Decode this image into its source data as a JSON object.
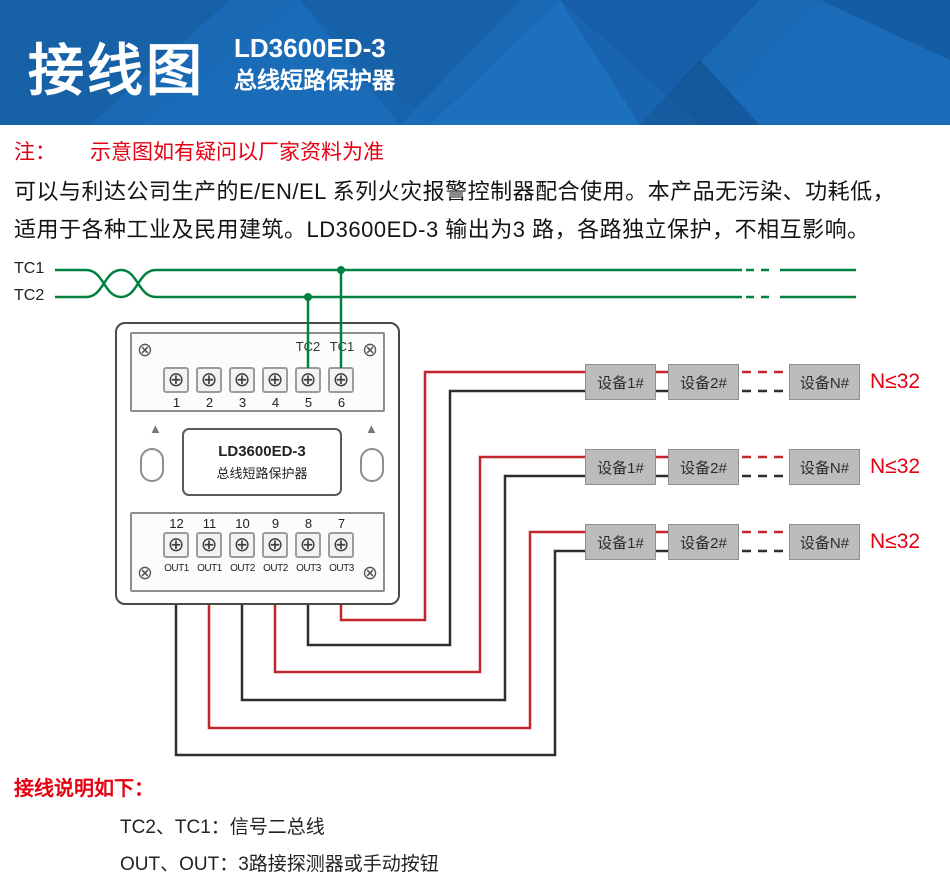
{
  "header": {
    "title": "接线图",
    "model": "LD3600ED-3",
    "subtitle": "总线短路保护器"
  },
  "note": {
    "label": "注：",
    "text": "示意图如有疑问以厂家资料为准"
  },
  "description": {
    "line1": "可以与利达公司生产的E/EN/EL 系列火灾报警控制器配合使用。本产品无污染、功耗低，",
    "line2": "适用于各种工业及民用建筑。LD3600ED-3 输出为3 路，各路独立保护，不相互影响。"
  },
  "bus": {
    "tc1_label": "TC1",
    "tc2_label": "TC2"
  },
  "device": {
    "top_label_tc2": "TC2",
    "top_label_tc1": "TC1",
    "top_terminals": [
      "1",
      "2",
      "3",
      "4",
      "5",
      "6"
    ],
    "name_line1": "LD3600ED-3",
    "name_line2": "总线短路保护器",
    "bottom_numbers": [
      "12",
      "11",
      "10",
      "9",
      "8",
      "7"
    ],
    "bottom_labels": [
      "OUT1",
      "OUT1",
      "OUT2",
      "OUT2",
      "OUT3",
      "OUT3"
    ]
  },
  "rows": [
    {
      "device1": "设备1#",
      "device2": "设备2#",
      "deviceN": "设备N#",
      "limit": "N≤32"
    },
    {
      "device1": "设备1#",
      "device2": "设备2#",
      "deviceN": "设备N#",
      "limit": "N≤32"
    },
    {
      "device1": "设备1#",
      "device2": "设备2#",
      "deviceN": "设备N#",
      "limit": "N≤32"
    }
  ],
  "footer": {
    "title": "接线说明如下：",
    "item1": "TC2、TC1：信号二总线",
    "item2": "OUT、OUT：3路接探测器或手动按钮"
  },
  "icons": {
    "corner_screw": "⊗",
    "terminal_screw": "⊕",
    "triangle_up": "▲"
  },
  "colors": {
    "header_blue": "#1969b4",
    "accent_red": "#e60012",
    "wire_red": "#c1272d",
    "wire_black": "#2e2e2e",
    "wire_green": "#00813f",
    "device_box_gray": "#bcbcbc"
  }
}
